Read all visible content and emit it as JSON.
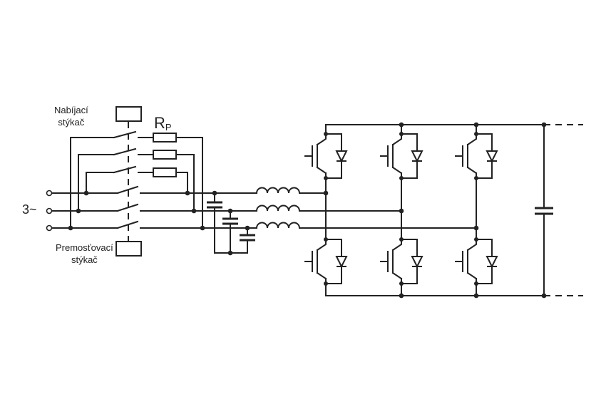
{
  "labels": {
    "charging_contactor_line1": "Nabíjací",
    "charging_contactor_line2": "stýkač",
    "bypass_contactor_line1": "Premosťovací",
    "bypass_contactor_line2": "stýkač",
    "input": "3~",
    "resistor_main": "R",
    "resistor_sub": "P"
  },
  "components": {
    "input_phases": 3,
    "precharge_resistors": 3,
    "filter_capacitors": 3,
    "line_inductors": 3,
    "igbt_switches": 6,
    "dc_link_capacitors": 1
  }
}
